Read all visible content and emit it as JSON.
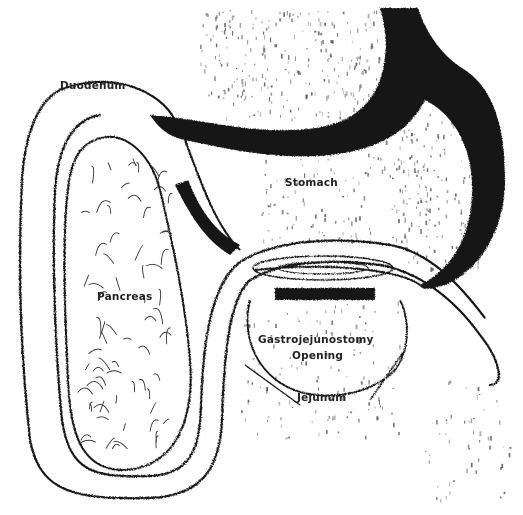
{
  "labels": {
    "duodenum": "Duodenum",
    "stomach": "Stomach",
    "pancreas": "Pancreas",
    "opening_line1": "Gastrojejunostomy",
    "opening_line2": "Opening",
    "jejunum": "Jejunum"
  },
  "colors": {
    "ink": "#141414",
    "paper": "#ffffff",
    "stipple": "#4a4a4a"
  }
}
